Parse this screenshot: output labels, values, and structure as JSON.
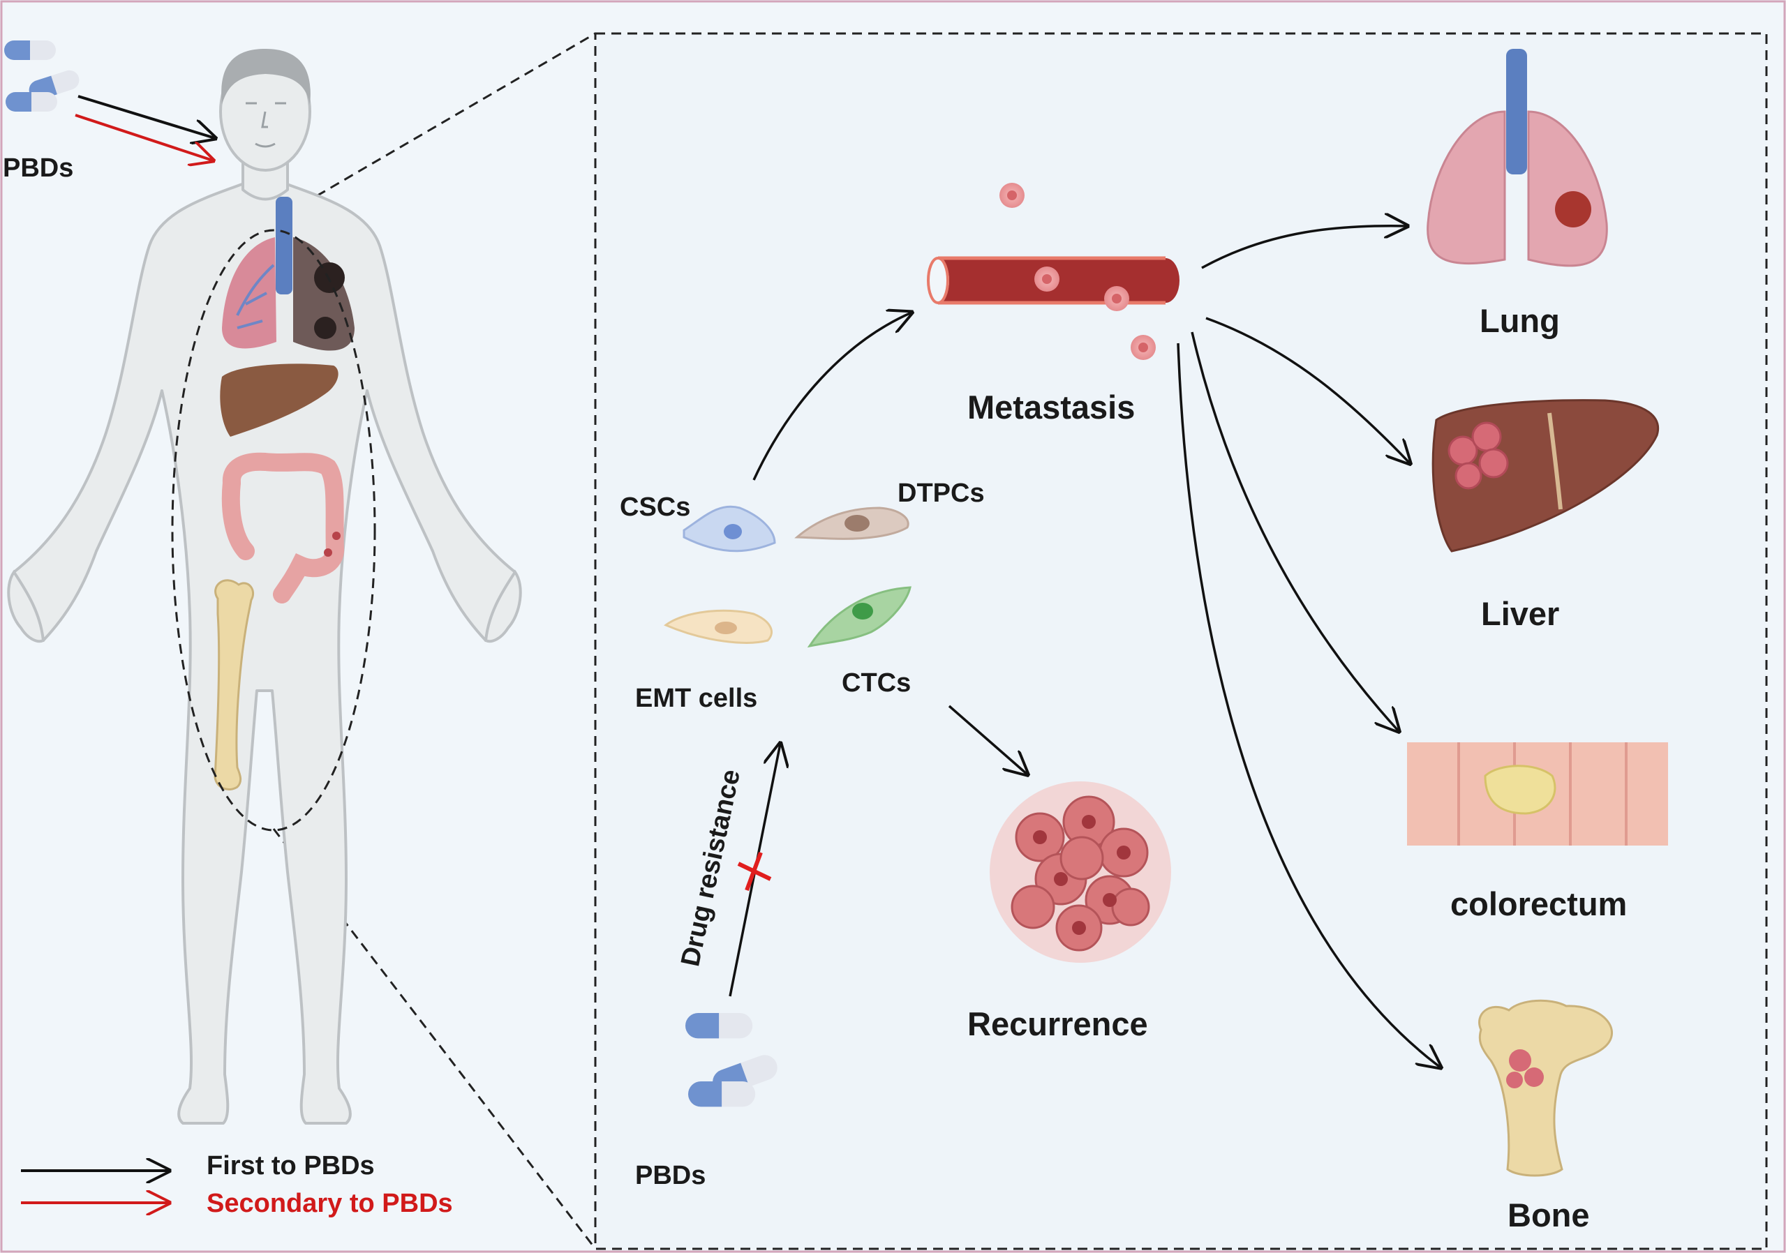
{
  "left_panel": {
    "pill_label": "PBDs",
    "legend": {
      "first": "First to PBDs",
      "secondary": "Secondary to PBDs",
      "first_color": "#111111",
      "secondary_color": "#d11a1a"
    }
  },
  "right_panel": {
    "metastasis": "Metastasis",
    "cells": {
      "cscs": "CSCs",
      "dtpcs": "DTPCs",
      "emt": "EMT cells",
      "ctcs": "CTCs"
    },
    "drug_resistance": "Drug resistance",
    "pill_label": "PBDs",
    "recurrence": "Recurrence",
    "organs": {
      "lung": "Lung",
      "liver": "Liver",
      "colorectum": "colorectum",
      "bone": "Bone"
    }
  },
  "icons": [
    "capsule-icon",
    "human-body-icon",
    "lung-icon",
    "liver-icon",
    "colon-icon",
    "bone-icon",
    "blood-vessel-icon",
    "cell-icon",
    "tumor-icon",
    "block-x-icon"
  ]
}
